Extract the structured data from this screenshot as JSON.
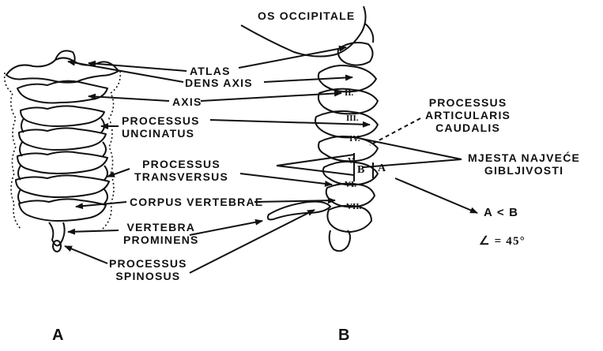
{
  "labels": {
    "os_occipitale": "OS OCCIPITALE",
    "atlas": "ATLAS",
    "dens_axis": "DENS AXIS",
    "axis": "AXIS",
    "processus_uncinatus": [
      "PROCESSUS",
      "UNCINATUS"
    ],
    "processus_articularis_caudalis": [
      "PROCESSUS",
      "ARTICULARIS",
      "CAUDALIS"
    ],
    "mjesta_najvece_gibljivosti": [
      "MJESTA NAJVEĆE",
      "GIBLJIVOSTI"
    ],
    "processus_transversus": [
      "PROCESSUS",
      "TRANSVERSUS"
    ],
    "corpus_vertebrae": "CORPUS VERTEBRAE",
    "vertebra_prominens": [
      "VERTEBRA",
      "PROMINENS"
    ],
    "processus_spinosus": [
      "PROCESSUS",
      "SPINOSUS"
    ]
  },
  "vertebra_numerals": [
    "II.",
    "III.",
    "IV.",
    "V.",
    "VI.",
    "VII."
  ],
  "angle_markers": {
    "a": "A",
    "b": "B"
  },
  "annotations": {
    "comparison": "A < B",
    "angle": "∠ = 45°"
  },
  "panels": {
    "left": "A",
    "right": "B"
  }
}
